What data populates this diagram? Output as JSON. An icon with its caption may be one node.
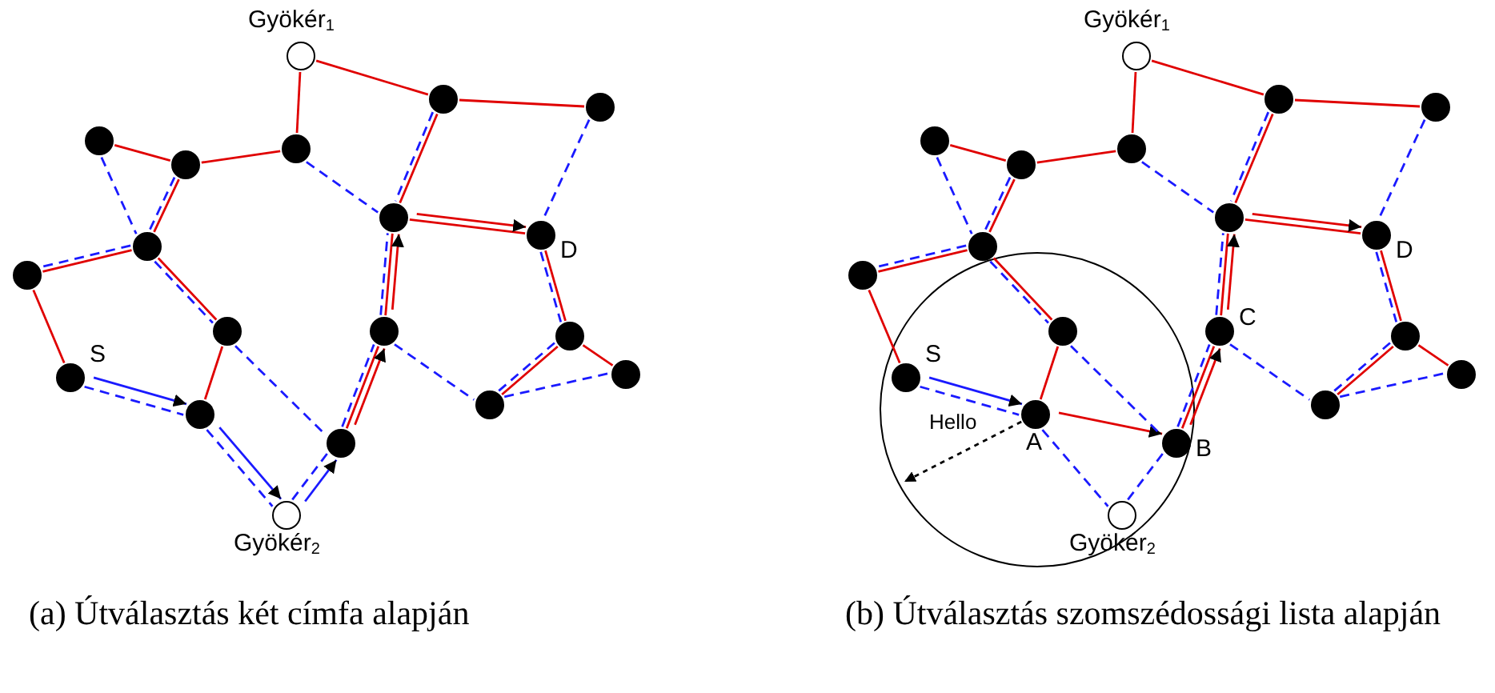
{
  "diagram": {
    "nodes": [
      {
        "text": [
          "Gyökér$_{1}$"
        ]
      },
      {
        "text": [],
        "shape": "circle"
      },
      {
        "text": [],
        "shape": "circle"
      },
      {
        "text": [],
        "shape": "circle"
      },
      {
        "text": [],
        "shape": "circle"
      },
      {
        "text": [],
        "shape": "circle"
      },
      {
        "text": [],
        "shape": "circle"
      },
      {
        "text": [
          "D"
        ]
      },
      {
        "text": [],
        "shape": "circle"
      },
      {
        "text": [],
        "shape": "circle"
      },
      {
        "text": [],
        "shape": "circle"
      },
      {
        "text": [],
        "shape": "circle"
      },
      {
        "text": [],
        "shape": "circle"
      },
      {
        "text": [],
        "shape": "circle"
      },
      {
        "text": [
          "S"
        ]
      },
      {
        "text": [],
        "shape": "circle"
      },
      {
        "text": [],
        "shape": "circle"
      },
      {
        "text": [],
        "shape": "circle"
      },
      {
        "text": [
          "Gyökér$_{2}$"
        ]
      },
      {
        "text": [
          "Gyökér$_{1}$"
        ]
      },
      {
        "text": [],
        "shape": "circle"
      },
      {
        "text": [],
        "shape": "circle"
      },
      {
        "text": [],
        "shape": "circle"
      },
      {
        "text": [],
        "shape": "circle"
      },
      {
        "text": [],
        "shape": "circle"
      },
      {
        "text": [],
        "shape": "circle"
      },
      {
        "text": [
          "D"
        ]
      },
      {
        "text": [],
        "shape": "circle"
      },
      {
        "text": [],
        "shape": "circle"
      },
      {
        "text": [],
        "shape": "circle"
      },
      {
        "text": [
          "C"
        ]
      },
      {
        "text": [],
        "shape": "circle"
      },
      {
        "text": [],
        "shape": "circle"
      },
      {
        "text": [
          "S"
        ]
      },
      {
        "text": [],
        "shape": "circle"
      },
      {
        "text": [
          "A"
        ]
      },
      {
        "text": [
          "B"
        ]
      },
      {
        "text": [
          "Gyökér$_{2}$"
        ]
      }
    ],
    "edges": [
      {
        "from": 0,
        "to": 4,
        "arrow": "none",
        "color": "#e00000"
      },
      {
        "from": 0,
        "to": 1,
        "arrow": "none",
        "color": "#e00000"
      },
      {
        "from": 4,
        "to": 5,
        "arrow": "none",
        "color": "#e00000"
      },
      {
        "from": 5,
        "to": 3,
        "arrow": "none",
        "color": "#e00000"
      },
      {
        "from": 5,
        "to": 8,
        "arrow": "none",
        "color": "#e00000"
      },
      {
        "from": 8,
        "to": 9,
        "arrow": "none",
        "color": "#e00000"
      },
      {
        "from": 9,
        "to": 14,
        "arrow": "none",
        "color": "#e00000"
      },
      {
        "from": 8,
        "to": 10,
        "arrow": "none",
        "color": "#e00000"
      },
      {
        "from": 10,
        "to": 16,
        "arrow": "none",
        "color": "#e00000"
      },
      {
        "from": 1,
        "to": 2,
        "arrow": "none",
        "color": "#e00000"
      },
      {
        "from": 1,
        "to": 6,
        "arrow": "none",
        "color": "#e00000"
      },
      {
        "from": 6,
        "to": 7,
        "arrow": "none",
        "color": "#e00000"
      },
      {
        "from": 6,
        "to": 11,
        "arrow": "none",
        "color": "#e00000"
      },
      {
        "from": 11,
        "to": 17,
        "arrow": "none",
        "color": "#e00000"
      },
      {
        "from": 7,
        "to": 12,
        "arrow": "none",
        "color": "#e00000"
      },
      {
        "from": 12,
        "to": 15,
        "arrow": "none",
        "color": "#e00000"
      },
      {
        "from": 12,
        "to": 13,
        "arrow": "none",
        "color": "#e00000"
      },
      {
        "from": 17,
        "to": 11,
        "arrow": "to",
        "color": "#e00000"
      },
      {
        "from": 11,
        "to": 6,
        "arrow": "to",
        "color": "#e00000"
      },
      {
        "from": 6,
        "to": 7,
        "arrow": "to",
        "color": "#e00000"
      },
      {
        "from": 3,
        "to": 8,
        "arrow": "none",
        "style": "dashed",
        "color": "#1a1aff"
      },
      {
        "from": 5,
        "to": 8,
        "arrow": "none",
        "style": "dashed",
        "color": "#1a1aff"
      },
      {
        "from": 8,
        "to": 9,
        "arrow": "none",
        "style": "dashed",
        "color": "#1a1aff"
      },
      {
        "from": 4,
        "to": 6,
        "arrow": "none",
        "style": "dashed",
        "color": "#1a1aff"
      },
      {
        "from": 8,
        "to": 10,
        "arrow": "none",
        "style": "dashed",
        "color": "#1a1aff"
      },
      {
        "from": 10,
        "to": 17,
        "arrow": "none",
        "style": "dashed",
        "color": "#1a1aff"
      },
      {
        "from": 14,
        "to": 16,
        "arrow": "none",
        "style": "dashed",
        "color": "#1a1aff"
      },
      {
        "from": 16,
        "to": 18,
        "arrow": "none",
        "style": "dashed",
        "color": "#1a1aff"
      },
      {
        "from": 18,
        "to": 17,
        "arrow": "none",
        "style": "dashed",
        "color": "#1a1aff"
      },
      {
        "from": 17,
        "to": 11,
        "arrow": "none",
        "style": "dashed",
        "color": "#1a1aff"
      },
      {
        "from": 11,
        "to": 6,
        "arrow": "none",
        "style": "dashed",
        "color": "#1a1aff"
      },
      {
        "from": 1,
        "to": 6,
        "arrow": "none",
        "style": "dashed",
        "color": "#1a1aff"
      },
      {
        "from": 2,
        "to": 7,
        "arrow": "none",
        "style": "dashed",
        "color": "#1a1aff"
      },
      {
        "from": 7,
        "to": 12,
        "arrow": "none",
        "style": "dashed",
        "color": "#1a1aff"
      },
      {
        "from": 11,
        "to": 15,
        "arrow": "none",
        "style": "dashed",
        "color": "#1a1aff"
      },
      {
        "from": 15,
        "to": 12,
        "arrow": "none",
        "style": "dashed",
        "color": "#1a1aff"
      },
      {
        "from": 15,
        "to": 13,
        "arrow": "none",
        "style": "dashed",
        "color": "#1a1aff"
      },
      {
        "from": 14,
        "to": 16,
        "arrow": "to",
        "color": "#1a1aff"
      },
      {
        "from": 16,
        "to": 18,
        "arrow": "to",
        "color": "#1a1aff"
      },
      {
        "from": 18,
        "to": 17,
        "arrow": "to",
        "color": "#1a1aff"
      },
      {
        "from": 19,
        "to": 23,
        "arrow": "none",
        "color": "#e00000"
      },
      {
        "from": 19,
        "to": 20,
        "arrow": "none",
        "color": "#e00000"
      },
      {
        "from": 23,
        "to": 24,
        "arrow": "none",
        "color": "#e00000"
      },
      {
        "from": 24,
        "to": 22,
        "arrow": "none",
        "color": "#e00000"
      },
      {
        "from": 24,
        "to": 27,
        "arrow": "none",
        "color": "#e00000"
      },
      {
        "from": 27,
        "to": 28,
        "arrow": "none",
        "color": "#e00000"
      },
      {
        "from": 28,
        "to": 33,
        "arrow": "none",
        "color": "#e00000"
      },
      {
        "from": 27,
        "to": 29,
        "arrow": "none",
        "color": "#e00000"
      },
      {
        "from": 29,
        "to": 35,
        "arrow": "none",
        "color": "#e00000"
      },
      {
        "from": 20,
        "to": 21,
        "arrow": "none",
        "color": "#e00000"
      },
      {
        "from": 20,
        "to": 25,
        "arrow": "none",
        "color": "#e00000"
      },
      {
        "from": 25,
        "to": 26,
        "arrow": "none",
        "color": "#e00000"
      },
      {
        "from": 25,
        "to": 30,
        "arrow": "none",
        "color": "#e00000"
      },
      {
        "from": 30,
        "to": 36,
        "arrow": "none",
        "color": "#e00000"
      },
      {
        "from": 26,
        "to": 31,
        "arrow": "none",
        "color": "#e00000"
      },
      {
        "from": 31,
        "to": 34,
        "arrow": "none",
        "color": "#e00000"
      },
      {
        "from": 31,
        "to": 32,
        "arrow": "none",
        "color": "#e00000"
      },
      {
        "from": 35,
        "to": 36,
        "arrow": "to",
        "color": "#e00000"
      },
      {
        "from": 36,
        "to": 30,
        "arrow": "to",
        "color": "#e00000"
      },
      {
        "from": 30,
        "to": 25,
        "arrow": "to",
        "color": "#e00000"
      },
      {
        "from": 25,
        "to": 26,
        "arrow": "to",
        "color": "#e00000"
      },
      {
        "from": 22,
        "to": 27,
        "arrow": "none",
        "style": "dashed",
        "color": "#1a1aff"
      },
      {
        "from": 24,
        "to": 27,
        "arrow": "none",
        "style": "dashed",
        "color": "#1a1aff"
      },
      {
        "from": 27,
        "to": 28,
        "arrow": "none",
        "style": "dashed",
        "color": "#1a1aff"
      },
      {
        "from": 23,
        "to": 25,
        "arrow": "none",
        "style": "dashed",
        "color": "#1a1aff"
      },
      {
        "from": 27,
        "to": 29,
        "arrow": "none",
        "style": "dashed",
        "color": "#1a1aff"
      },
      {
        "from": 29,
        "to": 36,
        "arrow": "none",
        "style": "dashed",
        "color": "#1a1aff"
      },
      {
        "from": 33,
        "to": 35,
        "arrow": "none",
        "style": "dashed",
        "color": "#1a1aff"
      },
      {
        "from": 35,
        "to": 37,
        "arrow": "none",
        "style": "dashed",
        "color": "#1a1aff"
      },
      {
        "from": 37,
        "to": 36,
        "arrow": "none",
        "style": "dashed",
        "color": "#1a1aff"
      },
      {
        "from": 36,
        "to": 30,
        "arrow": "none",
        "style": "dashed",
        "color": "#1a1aff"
      },
      {
        "from": 30,
        "to": 25,
        "arrow": "none",
        "style": "dashed",
        "color": "#1a1aff"
      },
      {
        "from": 20,
        "to": 25,
        "arrow": "none",
        "style": "dashed",
        "color": "#1a1aff"
      },
      {
        "from": 21,
        "to": 26,
        "arrow": "none",
        "style": "dashed",
        "color": "#1a1aff"
      },
      {
        "from": 26,
        "to": 31,
        "arrow": "none",
        "style": "dashed",
        "color": "#1a1aff"
      },
      {
        "from": 30,
        "to": 34,
        "arrow": "none",
        "style": "dashed",
        "color": "#1a1aff"
      },
      {
        "from": 34,
        "to": 31,
        "arrow": "none",
        "style": "dashed",
        "color": "#1a1aff"
      },
      {
        "from": 34,
        "to": 32,
        "arrow": "none",
        "style": "dashed",
        "color": "#1a1aff"
      },
      {
        "from": 33,
        "to": 35,
        "arrow": "to",
        "color": "#1a1aff"
      },
      {
        "from": 35,
        "to": null,
        "arrow": "to",
        "label": "Hello",
        "style": "dashed",
        "color": "#000000"
      }
    ],
    "labels": [
      "(a) Útválasztás két címfa alapján",
      "(b) Útválasztás szomszédossági lista alapján"
    ]
  }
}
